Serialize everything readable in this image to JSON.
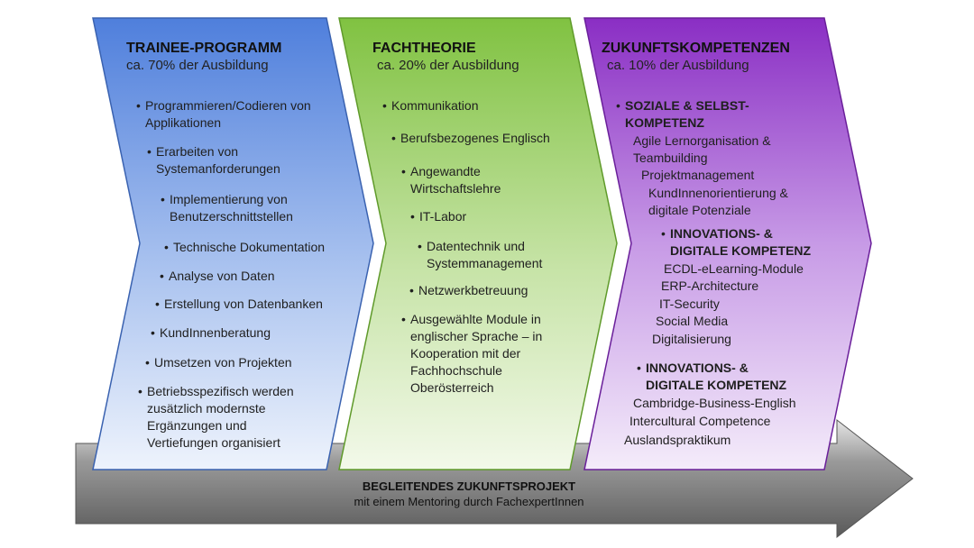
{
  "columns": [
    {
      "title": "TRAINEE-PROGRAMM",
      "subtitle": "ca. 70% der Ausbildung",
      "items": [
        "Programmieren/Codieren von Applikationen",
        "Erarbeiten von Systemanforderungen",
        "Implementierung von Benutzerschnittstellen",
        "Technische Dokumentation",
        "Analyse von Daten",
        "Erstellung von Datenbanken",
        "KundInnenberatung",
        "Umsetzen von Projekten",
        "Betriebsspezifisch werden zusätzlich modernste Ergänzungen und Vertiefungen organisiert"
      ]
    },
    {
      "title": "FACHTHEORIE",
      "subtitle": "ca. 20% der Ausbildung",
      "items": [
        "Kommunikation",
        "Berufsbezogenes Englisch",
        "Angewandte Wirtschaftslehre",
        "IT-Labor",
        "Datentechnik und Systemmanagement",
        "Netzwerkbetreuung",
        "Ausgewählte Module in englischer Sprache – in Kooperation mit der Fachhochschule Oberösterreich"
      ]
    },
    {
      "title": "ZUKUNFTSKOMPETENZEN",
      "subtitle": "ca. 10% der Ausbildung",
      "groups": [
        {
          "heading": "SOZIALE & SELBST-KOMPETENZ",
          "lines": [
            "Agile Lernorganisation &",
            "Teambuilding",
            "Projektmanagement",
            "KundInnenorientierung &",
            "digitale Potenziale"
          ]
        },
        {
          "heading": "INNOVATIONS- & DIGITALE KOMPETENZ",
          "lines": [
            "ECDL-eLearning-Module",
            "ERP-Architecture",
            "IT-Security",
            "Social Media",
            "Digitalisierung"
          ]
        },
        {
          "heading": "INNOVATIONS- & DIGITALE KOMPETENZ",
          "lines": [
            "Cambridge-Business-English",
            "Intercultural Competence",
            "Auslandspraktikum"
          ]
        }
      ]
    }
  ],
  "bottom": {
    "title": "BEGLEITENDES ZUKUNFTSPROJEKT",
    "subtitle": "mit einem Mentoring durch FachexpertInnen"
  },
  "colors": {
    "blue": "#5b84d6",
    "green": "#8cc63f",
    "purple": "#8e2fc6",
    "gray_arrow": "#6e6e6e"
  }
}
